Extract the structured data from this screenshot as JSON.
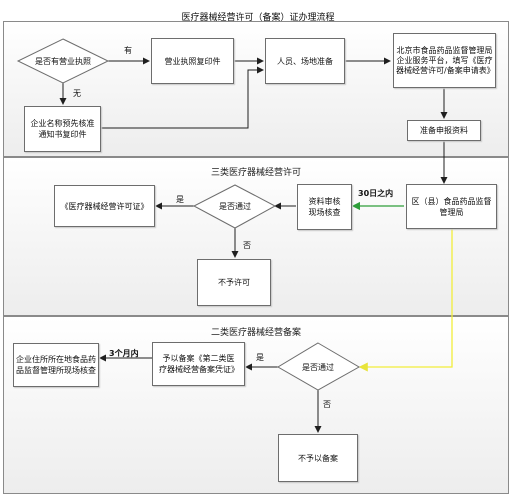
{
  "title": "医疗器械经营许可（备案）证办理流程",
  "lanes": {
    "lane2_title": "三类医疗器械经营许可",
    "lane3_title": "二类医疗器械经营备案"
  },
  "nodes": {
    "has_license": "是否有营业执照",
    "license_copy": "营业执照复印件",
    "staff_site": "人员、场地准备",
    "platform": "北京市食品药品监督管理局企业服务平台，填写《医疗器械经营许可/备案申请表》",
    "pre_approval": "企业名称预先核准通知书复印件",
    "prepare_docs": "准备申报资料",
    "district_bureau": "区（县）食品药品监督管理局",
    "doc_review": "资料审核现场核查",
    "pass_check_1": "是否通过",
    "permit_cert": "《医疗器械经营许可证》",
    "no_permit": "不予许可",
    "pass_check_2": "是否通过",
    "record_cert": "予以备案《第二类医疗器械经营备案凭证》",
    "site_inspection": "企业住所所在地食品药品监督管理所现场核查",
    "no_record": "不予以备案"
  },
  "edges": {
    "yes_has": "有",
    "no_has": "无",
    "within_30": "30日之内",
    "yes_1": "是",
    "no_1": "否",
    "yes_2": "是",
    "no_2": "否",
    "within_3m": "3个月内"
  },
  "colors": {
    "line": "#1f1f1f",
    "green_line": "#2e9e3a",
    "yellow_line": "#f2ee3a",
    "lane_bg_top": "#ffffff",
    "lane_bg_bottom": "#eeeeee"
  }
}
